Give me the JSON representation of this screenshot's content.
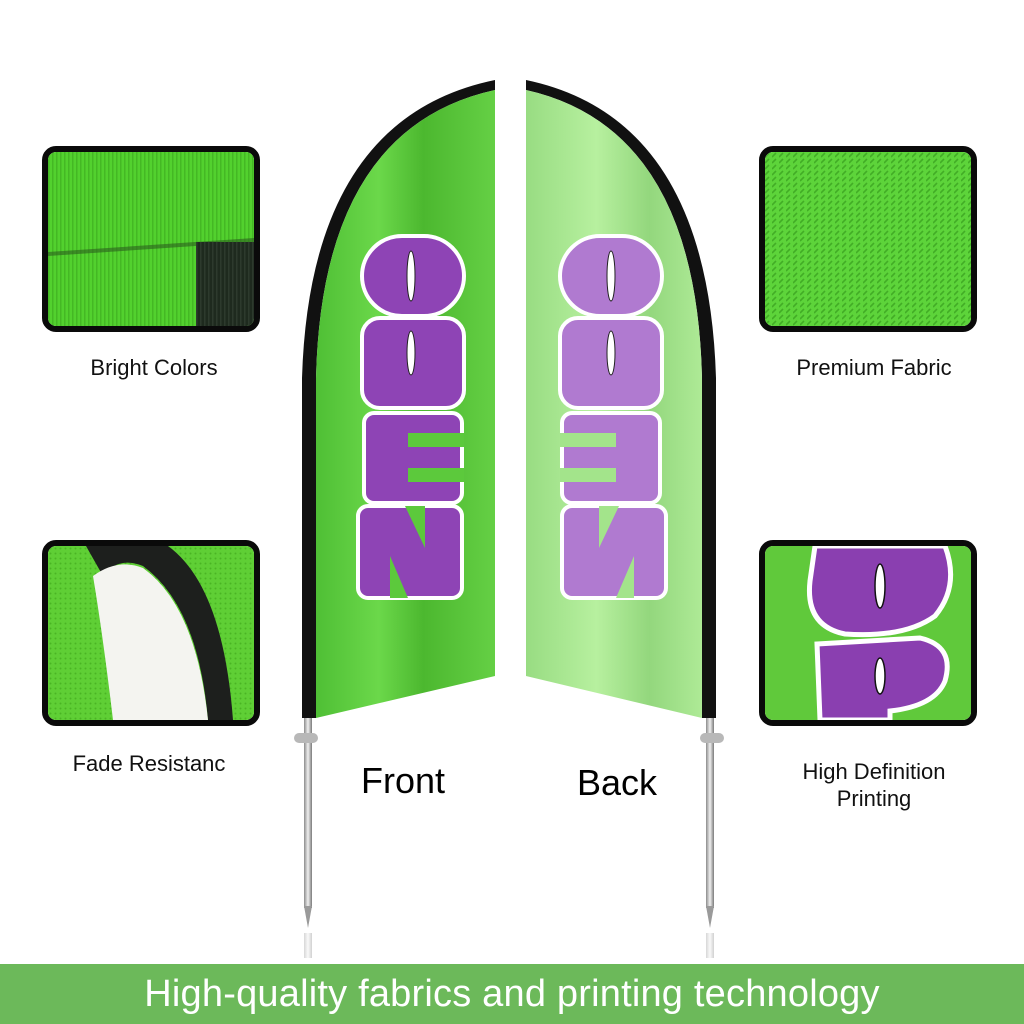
{
  "features": [
    {
      "label": "Bright Colors",
      "icon": "fabric-roll-closeup"
    },
    {
      "label": "Premium Fabric",
      "icon": "fabric-weave-closeup"
    },
    {
      "label": "Fade Resistanc",
      "icon": "flag-sleeve-closeup"
    },
    {
      "label_line1": "High Definition",
      "label_line2": "Printing",
      "icon": "print-closeup"
    }
  ],
  "flags": {
    "front": {
      "label": "Front",
      "text": "OPEN"
    },
    "back": {
      "label": "Back",
      "text": "OPEN"
    }
  },
  "banner": {
    "text": "High-quality fabrics and printing technology"
  },
  "colors": {
    "flag_green_front": "#5ccb3e",
    "flag_green_back": "#a5e58e",
    "letter_purple_front": "#8e44b5",
    "letter_purple_back": "#b57ed4",
    "banner_green": "#6cb95a",
    "frame_black": "#0a0a0a"
  }
}
